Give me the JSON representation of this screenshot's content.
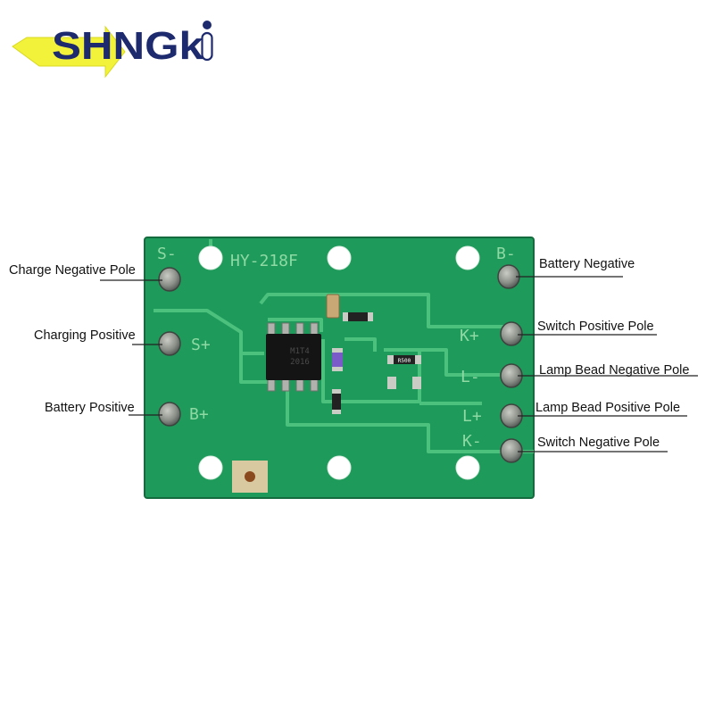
{
  "brand": {
    "name": "SHNGk",
    "colors": {
      "text": "#1e2a6e",
      "arrow": "#f2f23a"
    }
  },
  "board": {
    "model": "HY-218F",
    "chip_marking": [
      "M1T4",
      "2016"
    ],
    "resistor_marking": "R500",
    "silkscreen": {
      "s_minus": "S-",
      "s_plus": "S+",
      "b_plus": "B+",
      "b_minus": "B-",
      "k_plus": "K+",
      "l_minus": "L-",
      "l_plus": "L+",
      "k_minus": "K-"
    },
    "colors": {
      "pcb": "#1e9a5a",
      "trace": "#3fb872",
      "pad": "#8a8f88"
    }
  },
  "labels": {
    "charge_negative_pole": "Charge Negative Pole",
    "charging_positive": "Charging Positive",
    "battery_positive": "Battery Positive",
    "battery_negative": "Battery Negative",
    "switch_positive_pole": "Switch Positive Pole",
    "lamp_bead_negative_pole": "Lamp Bead Negative Pole",
    "lamp_bead_positive_pole": "Lamp Bead Positive Pole",
    "switch_negative_pole": "Switch Negative Pole"
  }
}
